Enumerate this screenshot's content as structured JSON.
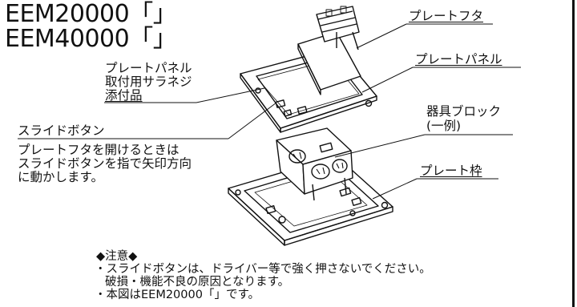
{
  "models": [
    "EEM20000「」",
    "EEM40000「」"
  ],
  "labels": {
    "plate_lid": "プレートフタ",
    "plate_panel": "プレートパネル",
    "plate_panel_screw": [
      "プレートパネル",
      "取付用サラネジ",
      "添付品"
    ],
    "slide_button": "スライドボタン",
    "slide_instruction": [
      "プレートフタを開けるときは",
      "スライドボタンを指で矢印方向",
      "に動かします。"
    ],
    "device_block": [
      "器具ブロック",
      "(一例)"
    ],
    "plate_frame": "プレート枠"
  },
  "notes": {
    "heading": "◆注意◆",
    "items": [
      "・スライドボタンは、ドライバー等で強く押さないでください。",
      "破損・機能不良の原因となります。",
      "・本図はEEM20000「」です。"
    ]
  },
  "colors": {
    "line": "#111111",
    "background": "#ffffff"
  }
}
